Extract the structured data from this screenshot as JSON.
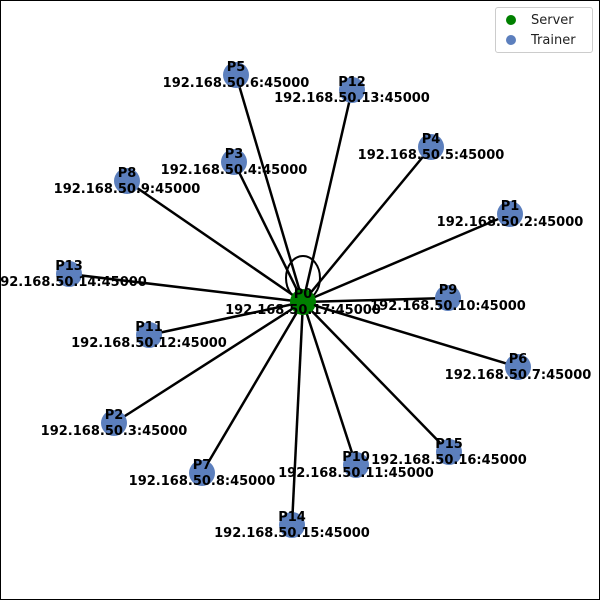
{
  "legend": {
    "server_label": "Server",
    "trainer_label": "Trainer"
  },
  "colors": {
    "server": "#008000",
    "trainer": "#5c7fbd",
    "edge": "#000000"
  },
  "server": {
    "id": "P0",
    "address": "192.168.50.17:45000"
  },
  "trainers": [
    {
      "id": "P1",
      "address": "192.168.50.2:45000"
    },
    {
      "id": "P2",
      "address": "192.168.50.3:45000"
    },
    {
      "id": "P3",
      "address": "192.168.50.4:45000"
    },
    {
      "id": "P4",
      "address": "192.168.50.5:45000"
    },
    {
      "id": "P5",
      "address": "192.168.50.6:45000"
    },
    {
      "id": "P6",
      "address": "192.168.50.7:45000"
    },
    {
      "id": "P7",
      "address": "192.168.50.8:45000"
    },
    {
      "id": "P8",
      "address": "192.168.50.9:45000"
    },
    {
      "id": "P9",
      "address": "192.168.50.10:45000"
    },
    {
      "id": "P10",
      "address": "192.168.50.11:45000"
    },
    {
      "id": "P11",
      "address": "192.168.50.12:45000"
    },
    {
      "id": "P12",
      "address": "192.168.50.13:45000"
    },
    {
      "id": "P13",
      "address": "192.168.50.14:45000"
    },
    {
      "id": "P14",
      "address": "192.168.50.15:45000"
    },
    {
      "id": "P15",
      "address": "192.168.50.16:45000"
    }
  ]
}
